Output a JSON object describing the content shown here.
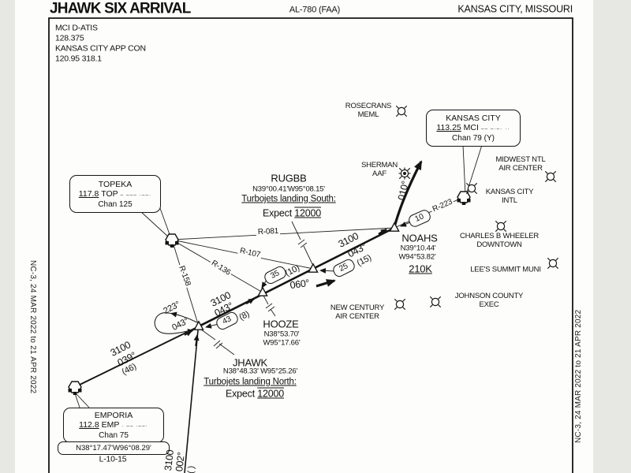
{
  "page": {
    "header": {
      "title": "JHAWK SIX ARRIVAL",
      "procedure": "AL-780 (FAA)",
      "city": "KANSAS CITY, MISSOURI"
    },
    "comms": {
      "lines": [
        "MCI D-ATIS",
        "128.375",
        "KANSAS CITY APP CON",
        "120.95  318.1"
      ]
    },
    "margin_note": "NC-3,  24 MAR 2022  to  21 APR 2022"
  },
  "navaids": {
    "topeka": {
      "name": "TOPEKA",
      "freq": "117.8",
      "id": "TOP",
      "morse": "– ––– ·––·",
      "chan": "Chan 125"
    },
    "kansas_city": {
      "name": "KANSAS CITY",
      "freq": "113.25",
      "id": "MCI",
      "morse": "–– –·–· ··",
      "chan": "Chan 79 (Y)"
    },
    "emporia": {
      "name": "EMPORIA",
      "freq": "112.8",
      "id": "EMP",
      "morse": "· –– ·––·",
      "chan": "Chan 75",
      "coords": "N38°17.47'W96°08.29'",
      "panel": "L-10-15"
    }
  },
  "fixes": {
    "rugbb": {
      "name": "RUGBB",
      "coords": "N39°00.41'W95°08.15'",
      "note": "Turbojets landing South:",
      "expect": "Expect",
      "altitude": "12000"
    },
    "hooze": {
      "name": "HOOZE",
      "lat": "N38°53.70'",
      "lon": "W95°17.66'"
    },
    "noahs": {
      "name": "NOAHS",
      "lat": "N39°10.44'",
      "lon": "W94°53.82'",
      "speed": "210K"
    },
    "jhawk": {
      "name": "JHAWK",
      "coords": "N38°48.33' W95°25.26'",
      "note": "Turbojets landing North:",
      "expect": "Expect",
      "altitude": "12000"
    }
  },
  "airports": {
    "rosecrans": {
      "line1": "ROSECRANS",
      "line2": "MEML"
    },
    "sherman": {
      "line1": "SHERMAN",
      "line2": "AAF"
    },
    "midwest": {
      "line1": "MIDWEST NTL",
      "line2": "AIR CENTER"
    },
    "kci": {
      "line1": "KANSAS CITY",
      "line2": "INTL"
    },
    "wheeler": {
      "line1": "CHARLES B WHEELER",
      "line2": "DOWNTOWN"
    },
    "lees_summit": {
      "line1": "LEE'S SUMMIT MUNI"
    },
    "johnson": {
      "line1": "JOHNSON COUNTY",
      "line2": "EXEC"
    },
    "new_century": {
      "line1": "NEW CENTURY",
      "line2": "AIR CENTER"
    }
  },
  "route": {
    "radials": {
      "r081": "R-081",
      "r107": "R-107",
      "r136": "R-136",
      "r158": "R-158",
      "r223": "R-223"
    },
    "dme": {
      "jhawk": "43",
      "hooze": "35",
      "rugbb": "25",
      "noahs": "10"
    },
    "emp_leg": {
      "alt": "3100",
      "crs": "039°",
      "dist": "(46)"
    },
    "jhawk_leg": {
      "alt": "3100",
      "crs": "043°",
      "dist": "(8)"
    },
    "hooze_leg": {
      "dist": "(10)"
    },
    "rugbb_leg": {
      "alt": "3100",
      "crs": "043°",
      "dist": "(15)"
    },
    "south_leg": {
      "alt": "3100",
      "crs": "002°",
      "dist": "( )"
    },
    "vectors": {
      "south_landing": "060°",
      "north_landing": "010°"
    },
    "hold": {
      "outbound": "223°",
      "inbound": "043°"
    }
  },
  "colors": {
    "ink": "#151515",
    "paper": "#fdfdfc",
    "edge": "#e7e7e4"
  }
}
